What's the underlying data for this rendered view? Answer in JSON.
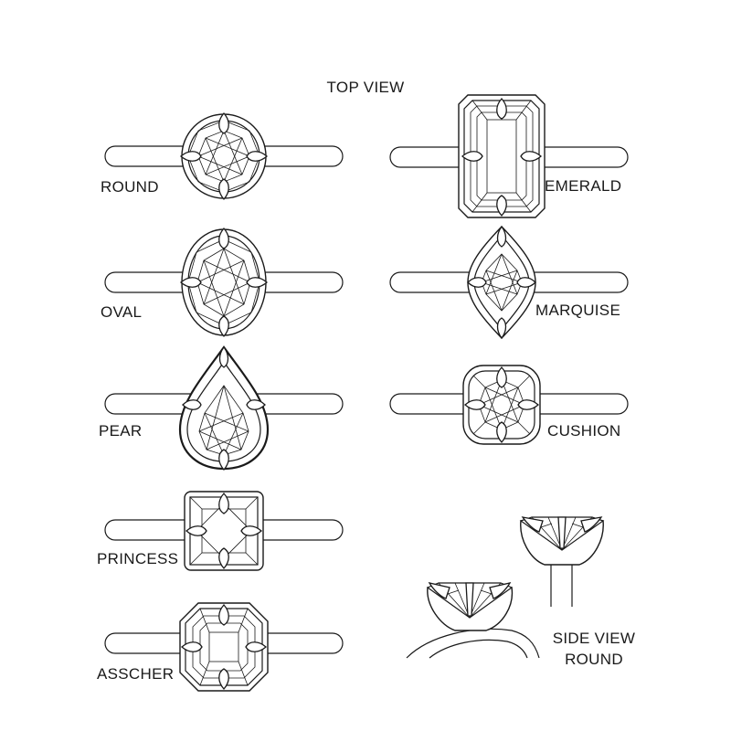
{
  "title": "TOP VIEW",
  "labels": {
    "round": "ROUND",
    "oval": "OVAL",
    "pear": "PEAR",
    "princess": "PRINCESS",
    "asscher": "ASSCHER",
    "emerald": "EMERALD",
    "marquise": "MARQUISE",
    "cushion": "CUSHION",
    "side_view_line1": "SIDE VIEW",
    "side_view_line2": "ROUND"
  },
  "colors": {
    "line": "#1a1a1a",
    "background": "#ffffff"
  }
}
